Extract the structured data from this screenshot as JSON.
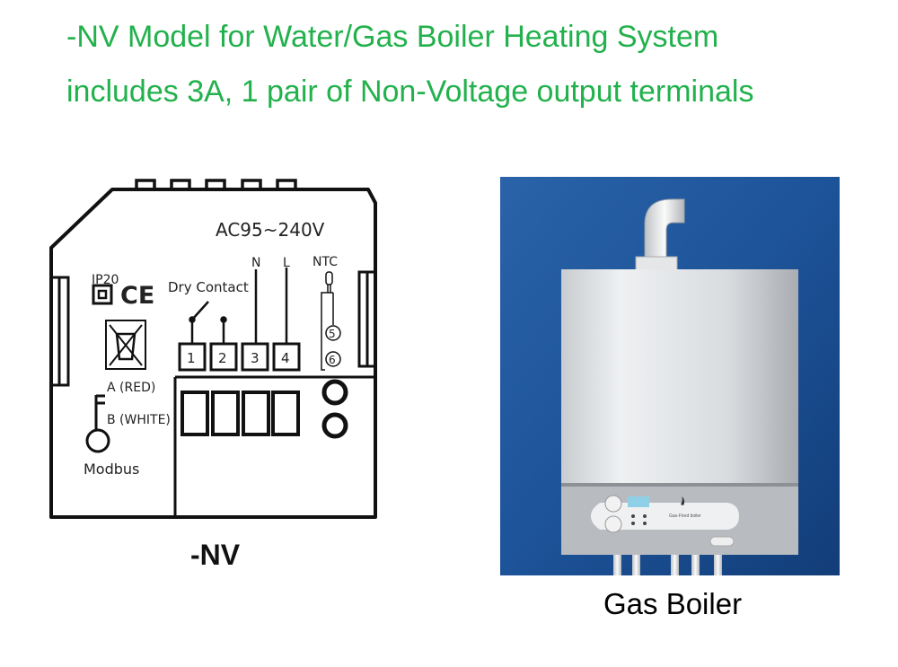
{
  "headline": {
    "line1": "-NV Model for Water/Gas Boiler Heating System",
    "line2": "includes 3A, 1 pair of Non-Voltage output terminals",
    "color": "#22b14c"
  },
  "wiring_diagram": {
    "voltage": "AC95~240V",
    "terminal_labels": {
      "n": "N",
      "l": "L",
      "ntc": "NTC"
    },
    "ip_rating": "IP20",
    "ce_mark": "CE",
    "dry_contact": "Dry Contact",
    "terminals": [
      "1",
      "2",
      "3",
      "4"
    ],
    "ntc_terminals": [
      "5",
      "6"
    ],
    "modbus_a": "A (RED)",
    "modbus_b": "B (WHITE)",
    "modbus": "Modbus",
    "caption": "-NV"
  },
  "boiler_photo": {
    "panel_text": "Gas-Fired boiler",
    "caption": "Gas Boiler",
    "background_color": "#1b4f93"
  }
}
